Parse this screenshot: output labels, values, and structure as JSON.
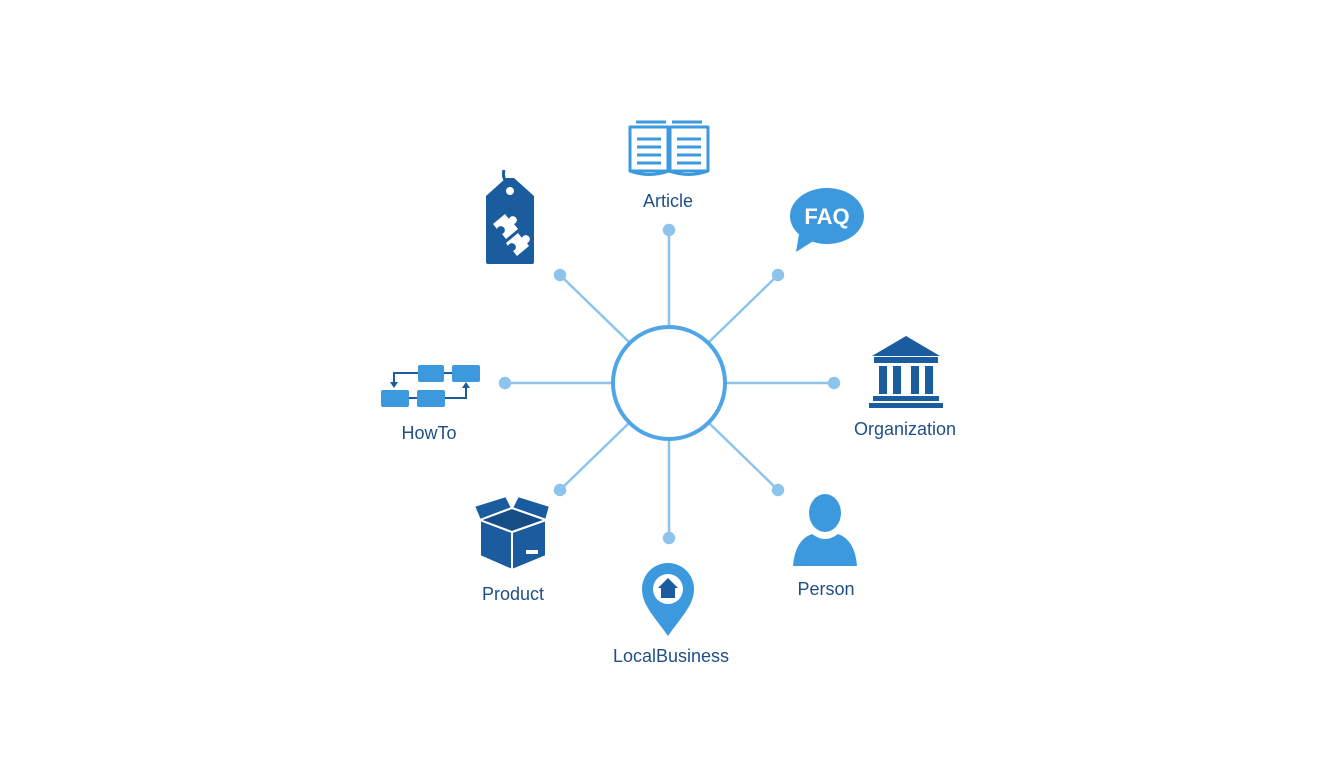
{
  "colors": {
    "accent": "#4ea6e6",
    "connector": "#8cc4ee",
    "dark_blue": "#1a5c9e",
    "mid_blue": "#3c99dd",
    "text": "#1f4f86"
  },
  "hub": {
    "label": ""
  },
  "nodes": [
    {
      "id": "article",
      "label": "Article",
      "icon": "open-book-icon"
    },
    {
      "id": "faq",
      "label": "",
      "icon": "faq-speech-bubble-icon",
      "icon_text": "FAQ"
    },
    {
      "id": "organization",
      "label": "Organization",
      "icon": "classical-building-icon"
    },
    {
      "id": "person",
      "label": "Person",
      "icon": "person-silhouette-icon"
    },
    {
      "id": "localbusiness",
      "label": "LocalBusiness",
      "icon": "map-pin-house-icon"
    },
    {
      "id": "product",
      "label": "Product",
      "icon": "open-box-icon"
    },
    {
      "id": "howto",
      "label": "HowTo",
      "icon": "flowchart-steps-icon"
    },
    {
      "id": "tag",
      "label": "",
      "icon": "price-tag-puzzle-icon"
    }
  ]
}
